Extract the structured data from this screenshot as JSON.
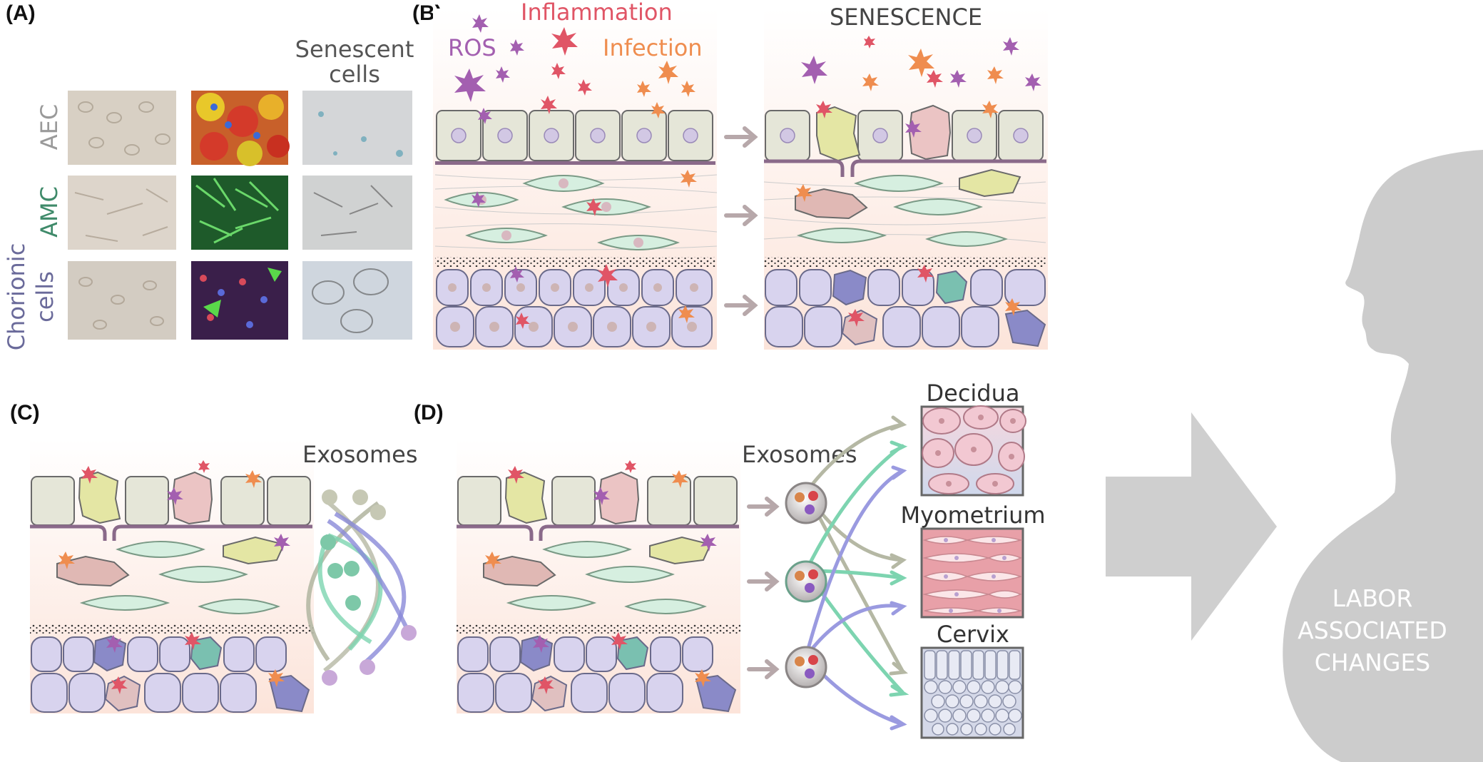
{
  "panels": {
    "A": {
      "label": "(A)",
      "col3_line1": "Senescent",
      "col3_line2": "cells",
      "row1": "AEC",
      "row2": "AMC",
      "row3_line1": "Chorionic",
      "row3_line2": "cells"
    },
    "B": {
      "label": "(B)",
      "ros": "ROS",
      "inflammation": "Inflammation",
      "infection": "Infection",
      "senescence": "SENESCENCE"
    },
    "C": {
      "label": "(C)",
      "exosomes": "Exosomes"
    },
    "D": {
      "label": "(D)",
      "exosomes": "Exosomes",
      "decidua": "Decidua",
      "myometrium": "Myometrium",
      "cervix": "Cervix"
    }
  },
  "outcome": {
    "line1": "LABOR",
    "line2": "ASSOCIATED",
    "line3": "CHANGES"
  },
  "colors": {
    "ros": "#a35fb0",
    "inflammation": "#e05566",
    "infection": "#ef8d4f",
    "aec_label": "#9a9a9a",
    "amc_label": "#3f8a6a",
    "chorion_label": "#6a6a9a",
    "amnion_cell": "#e5e6d8",
    "mesenchymal": "#d6efe0",
    "chorion_cell": "#d8d3ee",
    "silhouette": "#cccccc",
    "big_arrow": "#cfcfcf",
    "link_arrow": "#b7a8aa"
  }
}
